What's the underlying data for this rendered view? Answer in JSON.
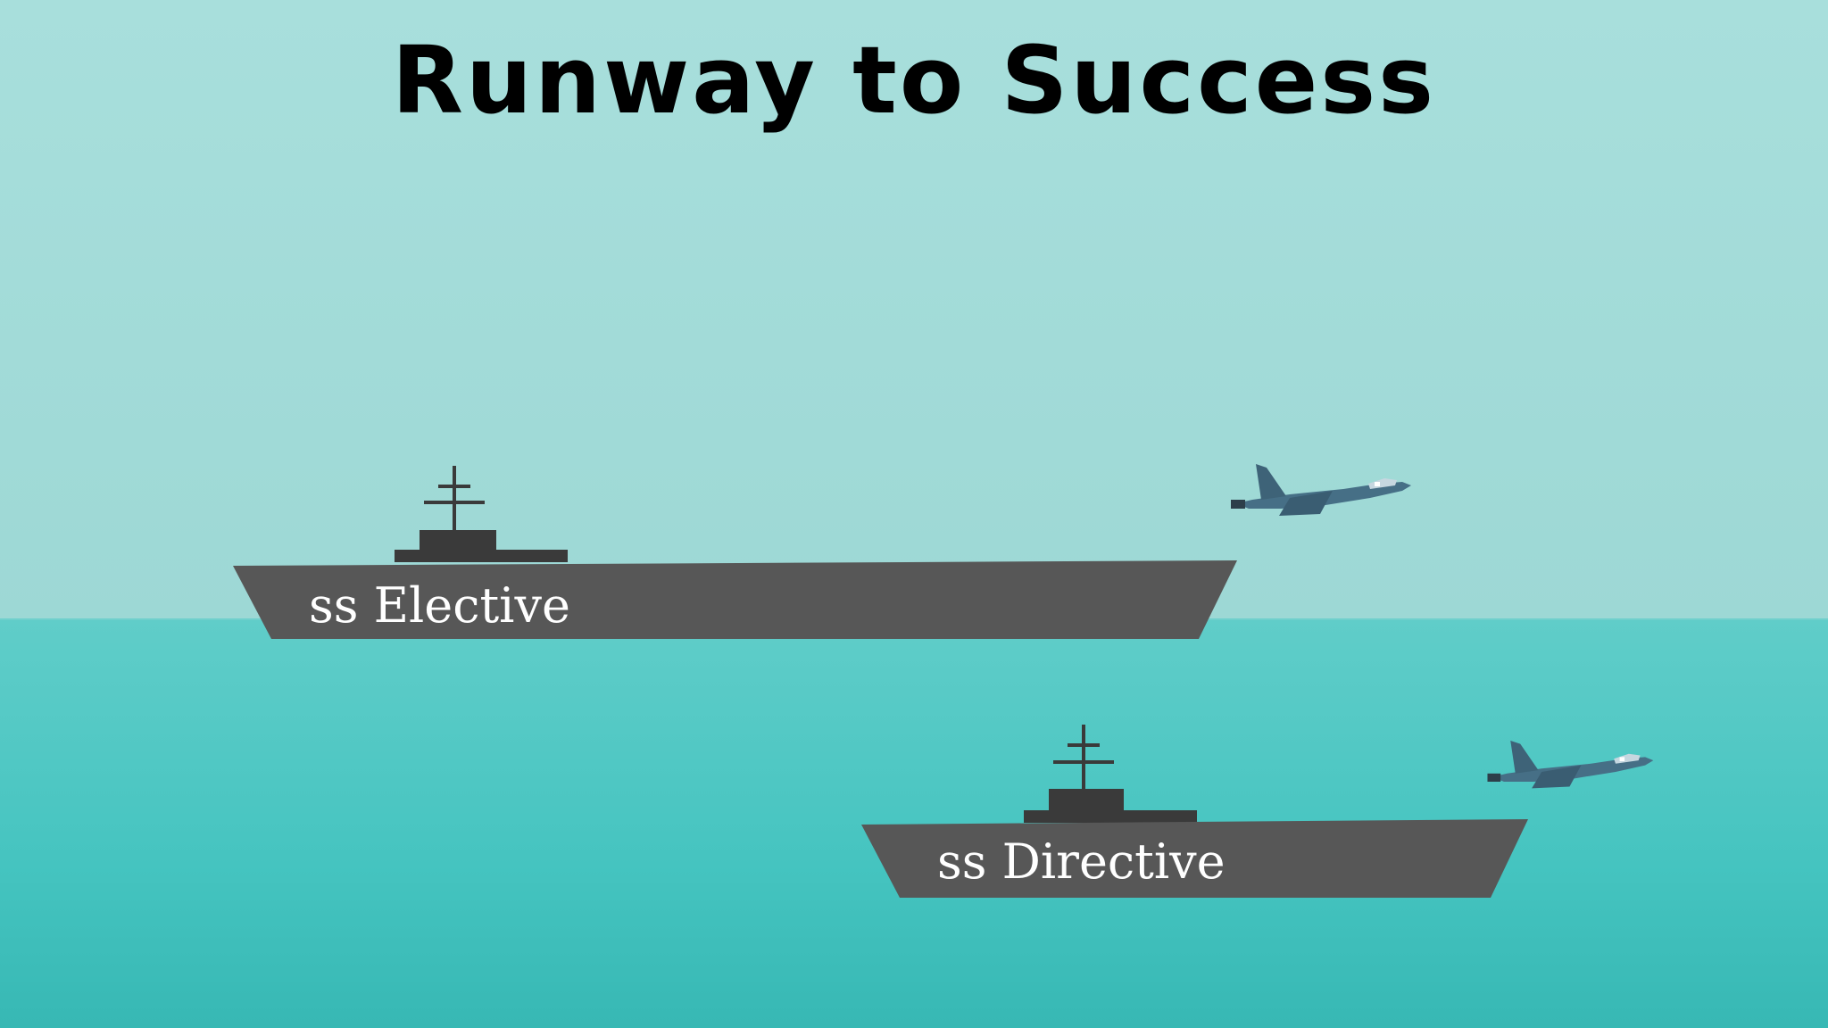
{
  "title": "Runway to Success",
  "ships": [
    {
      "name": "ss Elective"
    },
    {
      "name": "ss Directive"
    }
  ],
  "colors": {
    "sky_top": "#a6dedb",
    "sky_bottom": "#9fdad6",
    "sea_top": "#5fcdc8",
    "sea_bottom": "#3bbcb8",
    "ship_hull": "#575757",
    "ship_superstructure": "#3a3a3a",
    "aircraft": "#466f86",
    "title_text": "#000000",
    "ship_label_text": "#ffffff"
  },
  "icons": [
    "aircraft-carrier-icon",
    "fighter-jet-icon"
  ]
}
